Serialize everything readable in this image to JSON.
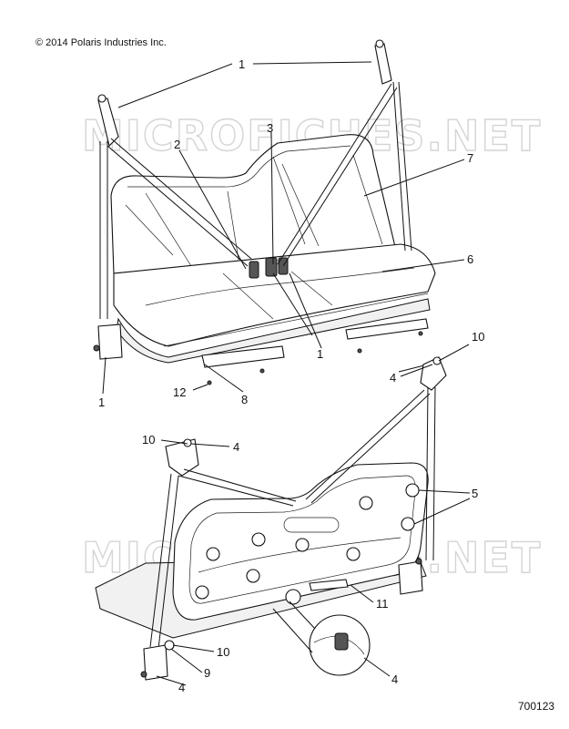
{
  "copyright": "© 2014 Polaris Industries Inc.",
  "diagram_id": "700123",
  "watermark": "MICROFICHES.NET",
  "callouts": [
    "1",
    "1",
    "1",
    "1",
    "2",
    "3",
    "7",
    "6",
    "8",
    "12",
    "10",
    "4",
    "10",
    "4",
    "5",
    "11",
    "10",
    "9",
    "4",
    "4"
  ]
}
